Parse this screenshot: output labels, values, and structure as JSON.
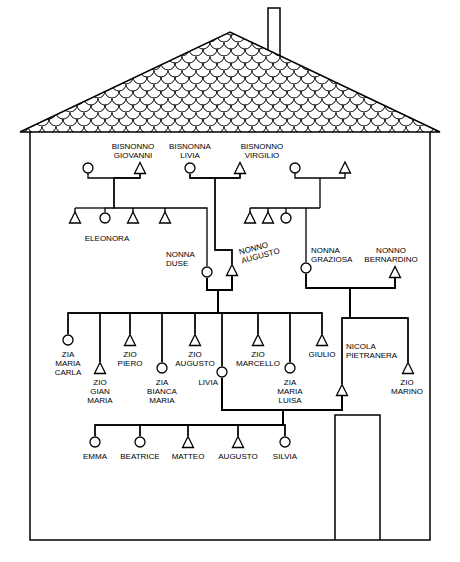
{
  "diagram": {
    "nodes": [
      {
        "text": [
          "BISNONNO GIOVANNI"
        ]
      },
      {
        "text": [
          "BISNONNA LIVIA"
        ]
      },
      {
        "text": [
          "BISNONNO VIRGILIO"
        ]
      },
      {
        "text": [
          "ELEONORA"
        ]
      },
      {
        "text": [
          "NONNA DUSE"
        ]
      },
      {
        "text": [
          "NONNO AUGUSTO"
        ]
      },
      {
        "text": [
          "NONNA GRAZIOSA"
        ]
      },
      {
        "text": [
          "NONNO BERNARDINO"
        ]
      },
      {
        "text": [
          "ZIA MARIA CARLA"
        ]
      },
      {
        "text": [
          "ZIO GIAN MARIA"
        ]
      },
      {
        "text": [
          "ZIO PIERO"
        ]
      },
      {
        "text": [
          "ZIA BIANCA MARIA"
        ]
      },
      {
        "text": [
          "ZIO AUGUSTO"
        ]
      },
      {
        "text": [
          "LIVIA"
        ]
      },
      {
        "text": [
          "ZIO MARCELLO"
        ]
      },
      {
        "text": [
          "ZIA MARIA LUISA"
        ]
      },
      {
        "text": [
          "GIULIO"
        ]
      },
      {
        "text": [
          "NICOLA PIETRANERA"
        ]
      },
      {
        "text": [
          "ZIO MARINO"
        ]
      },
      {
        "text": [
          "EMMA"
        ]
      },
      {
        "text": [
          "BEATRICE"
        ]
      },
      {
        "text": [
          "MATTEO"
        ]
      },
      {
        "text": [
          "AUGUSTO"
        ]
      },
      {
        "text": [
          "SILVIA"
        ]
      }
    ],
    "edges": [
      {
        "from": 0,
        "to": 3,
        "arrow": "none"
      },
      {
        "from": 0,
        "to": 4,
        "arrow": "none"
      },
      {
        "from": 1,
        "to": 2,
        "arrow": "none"
      },
      {
        "from": 1,
        "to": 5,
        "arrow": "none"
      },
      {
        "from": 2,
        "to": 5,
        "arrow": "none"
      },
      {
        "from": 4,
        "to": 5,
        "arrow": "none"
      },
      {
        "from": 4,
        "to": 8,
        "arrow": "none"
      },
      {
        "from": 4,
        "to": 9,
        "arrow": "none"
      },
      {
        "from": 4,
        "to": 10,
        "arrow": "none"
      },
      {
        "from": 4,
        "to": 11,
        "arrow": "none"
      },
      {
        "from": 4,
        "to": 12,
        "arrow": "none"
      },
      {
        "from": 4,
        "to": 13,
        "arrow": "none"
      },
      {
        "from": 4,
        "to": 14,
        "arrow": "none"
      },
      {
        "from": 4,
        "to": 15,
        "arrow": "none"
      },
      {
        "from": 4,
        "to": 16,
        "arrow": "none"
      },
      {
        "from": 5,
        "to": 8,
        "arrow": "none"
      },
      {
        "from": 5,
        "to": 9,
        "arrow": "none"
      },
      {
        "from": 5,
        "to": 10,
        "arrow": "none"
      },
      {
        "from": 5,
        "to": 11,
        "arrow": "none"
      },
      {
        "from": 5,
        "to": 12,
        "arrow": "none"
      },
      {
        "from": 5,
        "to": 13,
        "arrow": "none"
      },
      {
        "from": 5,
        "to": 14,
        "arrow": "none"
      },
      {
        "from": 5,
        "to": 15,
        "arrow": "none"
      },
      {
        "from": 5,
        "to": 16,
        "arrow": "none"
      },
      {
        "from": 6,
        "to": 7,
        "arrow": "none"
      },
      {
        "from": 6,
        "to": 17,
        "arrow": "none"
      },
      {
        "from": 6,
        "to": 18,
        "arrow": "none"
      },
      {
        "from": 7,
        "to": 17,
        "arrow": "none"
      },
      {
        "from": 7,
        "to": 18,
        "arrow": "none"
      },
      {
        "from": 13,
        "to": 17,
        "arrow": "none"
      },
      {
        "from": 13,
        "to": 19,
        "arrow": "none"
      },
      {
        "from": 13,
        "to": 20,
        "arrow": "none"
      },
      {
        "from": 13,
        "to": 21,
        "arrow": "none"
      },
      {
        "from": 13,
        "to": 22,
        "arrow": "none"
      },
      {
        "from": 13,
        "to": 23,
        "arrow": "none"
      },
      {
        "from": 17,
        "to": 19,
        "arrow": "none"
      },
      {
        "from": 17,
        "to": 20,
        "arrow": "none"
      },
      {
        "from": 17,
        "to": 21,
        "arrow": "none"
      },
      {
        "from": 17,
        "to": 22,
        "arrow": "none"
      },
      {
        "from": 17,
        "to": 23,
        "arrow": "none"
      }
    ]
  }
}
